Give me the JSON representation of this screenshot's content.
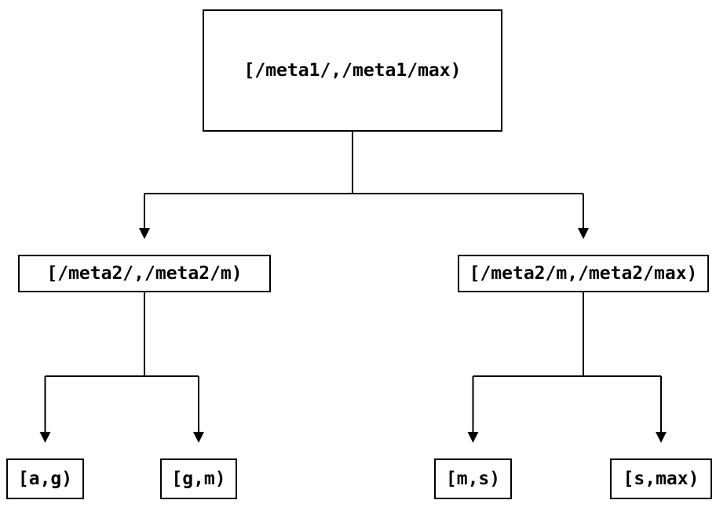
{
  "diagram": {
    "type": "binary-tree",
    "background_color": "#ffffff",
    "line_color": "#000000",
    "text_color": "#000000",
    "nodes": {
      "root": {
        "label": "[/meta1/,/meta1/max)"
      },
      "left": {
        "label": "[/meta2/,/meta2/m)"
      },
      "right": {
        "label": "[/meta2/m,/meta2/max)"
      },
      "leaf_ag": {
        "label": "[a,g)"
      },
      "leaf_gm": {
        "label": "[g,m)"
      },
      "leaf_ms": {
        "label": "[m,s)"
      },
      "leaf_smax": {
        "label": "[s,max)"
      }
    },
    "edges": [
      {
        "from": "root",
        "to": "left"
      },
      {
        "from": "root",
        "to": "right"
      },
      {
        "from": "left",
        "to": "leaf_ag"
      },
      {
        "from": "left",
        "to": "leaf_gm"
      },
      {
        "from": "right",
        "to": "leaf_ms"
      },
      {
        "from": "right",
        "to": "leaf_smax"
      }
    ]
  }
}
